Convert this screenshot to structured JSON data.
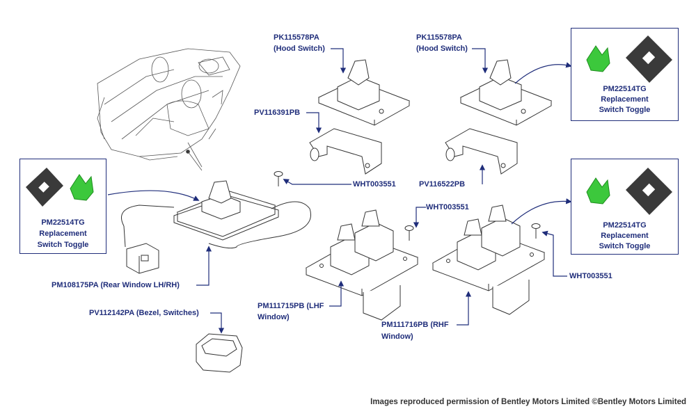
{
  "labels": {
    "hood_switch_left_part": "PK115578PA",
    "hood_switch_left_name": "(Hood Switch)",
    "hood_switch_right_part": "PK115578PA",
    "hood_switch_right_name": "(Hood Switch)",
    "bracket_left": "PV116391PB",
    "bracket_right": "PV116522PB",
    "screw_center": "WHT003551",
    "screw_mid": "WHT003551",
    "screw_right": "WHT003551",
    "rear_window_switch": "PM108175PA (Rear Window LH/RH)",
    "bezel": "PV112142PA (Bezel, Switches)",
    "lhf_line1": "PM111715PB (LHF",
    "lhf_line2": "Window)",
    "rhf_line1": "PM111716PB (RHF",
    "rhf_line2": "Window)"
  },
  "toggle_boxes": [
    {
      "part": "PM22514TG",
      "line2": "Replacement",
      "line3": "Switch Toggle"
    },
    {
      "part": "PM22514TG",
      "line2": "Replacement",
      "line3": "Switch Toggle"
    },
    {
      "part": "PM22514TG",
      "line2": "Replacement",
      "line3": "Switch Toggle"
    }
  ],
  "credit": "Images reproduced permission of Bentley Motors Limited ©Bentley Motors Limited",
  "colors": {
    "label": "#1f2d7a",
    "toggle_green": "#3cc83c",
    "toggle_dark": "#3a3a3a"
  }
}
